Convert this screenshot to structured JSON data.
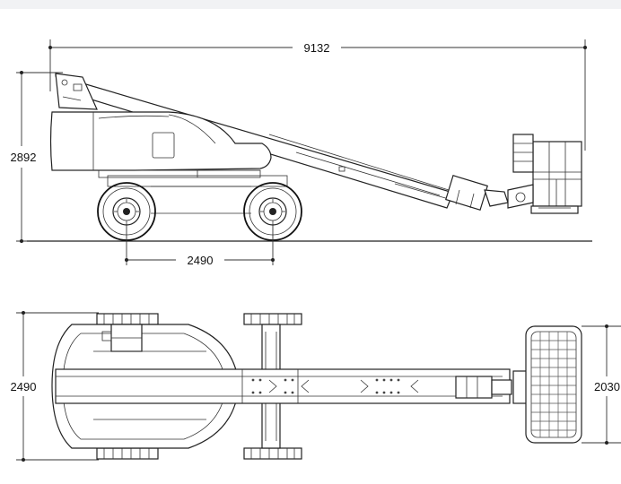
{
  "side_view": {
    "overall_length": "9132",
    "overall_height": "2892",
    "wheelbase": "2490"
  },
  "top_view": {
    "overall_width": "2490",
    "platform_width": "2030"
  }
}
